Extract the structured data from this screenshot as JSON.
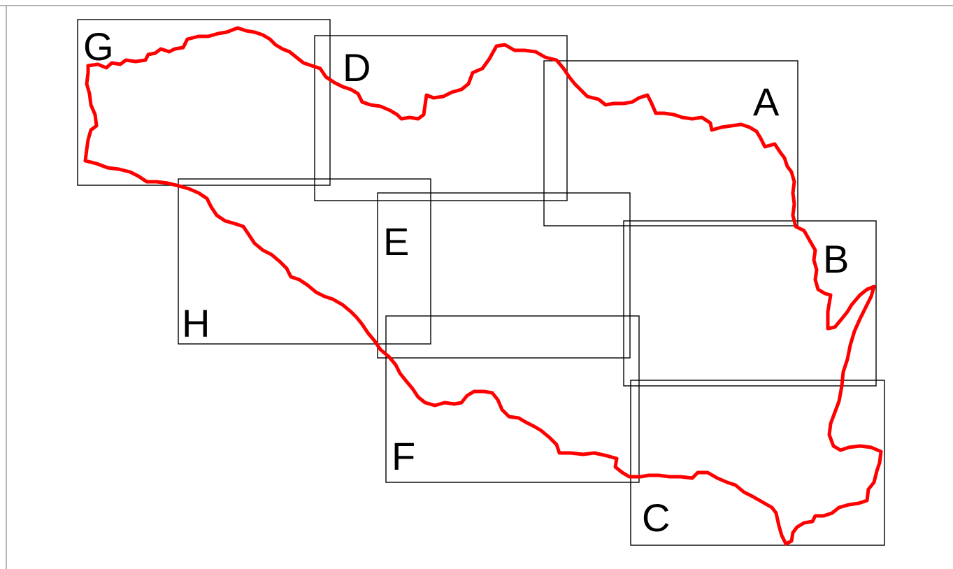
{
  "map": {
    "boundary_color": "#ff0000",
    "box_color": "#000000",
    "tiles": [
      {
        "id": "tile-a",
        "label": "A"
      },
      {
        "id": "tile-b",
        "label": "B"
      },
      {
        "id": "tile-c",
        "label": "C"
      },
      {
        "id": "tile-d",
        "label": "D"
      },
      {
        "id": "tile-e",
        "label": "E"
      },
      {
        "id": "tile-f",
        "label": "F"
      },
      {
        "id": "tile-g",
        "label": "G"
      },
      {
        "id": "tile-h",
        "label": "H"
      }
    ]
  }
}
